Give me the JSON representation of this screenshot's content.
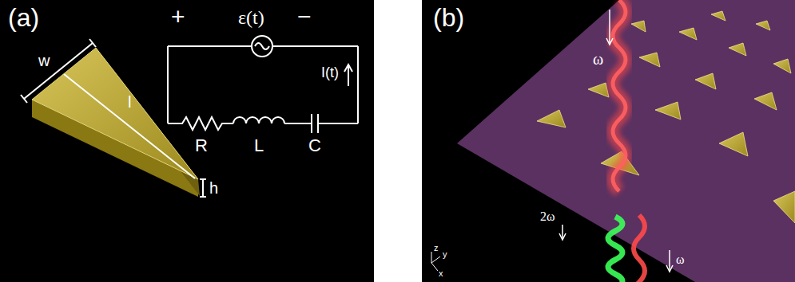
{
  "diagram": {
    "labels": [
      "(a)",
      "+",
      "ε(t)",
      "−",
      "I(t)",
      "R",
      "L",
      "C",
      "w",
      "l",
      "h",
      "(b)",
      "ω",
      "2ω",
      "ω",
      "z",
      "y",
      "x"
    ]
  }
}
